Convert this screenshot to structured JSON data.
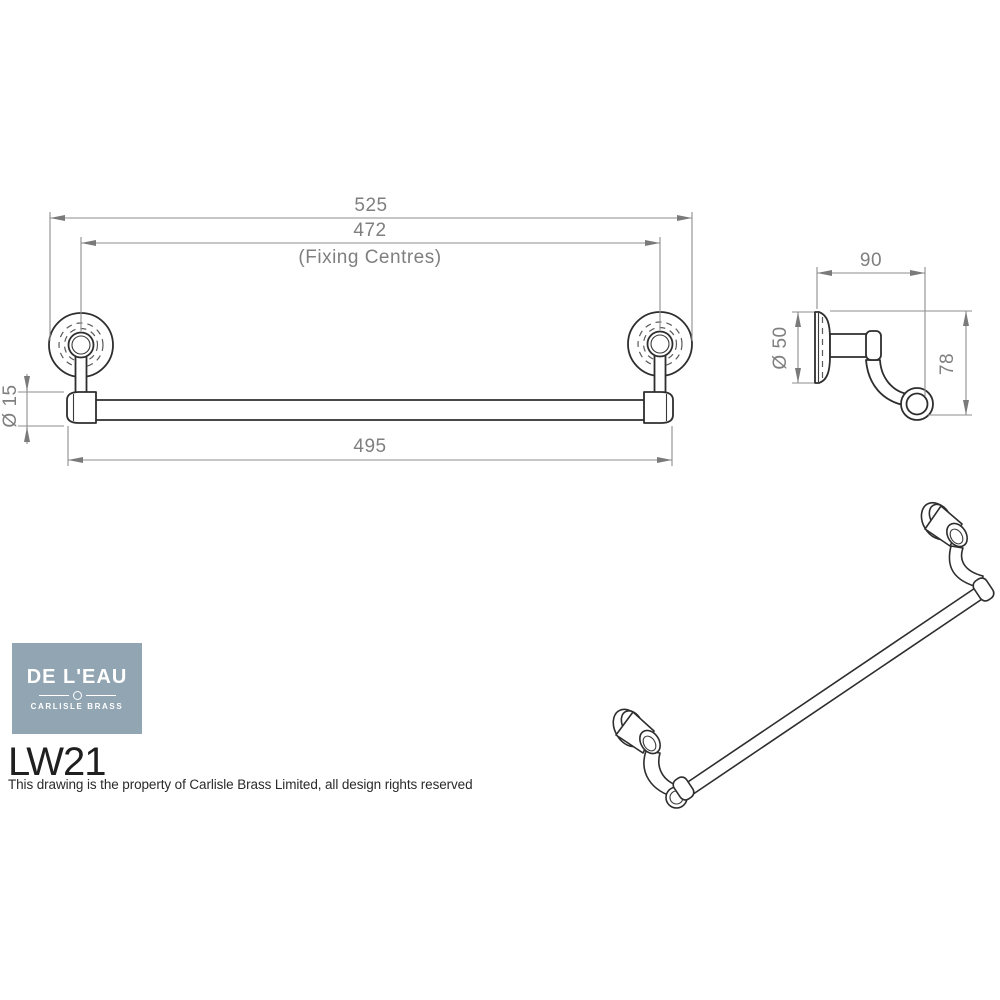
{
  "drawing": {
    "front_view": {
      "dim_overall": "525",
      "dim_fixing_centres": "472",
      "dim_fixing_note": "(Fixing Centres)",
      "dim_rail_length": "495",
      "dim_rail_diameter": "Ø 15"
    },
    "side_view": {
      "dim_projection": "90",
      "dim_flange_diameter": "Ø 50",
      "dim_drop_height": "78"
    },
    "line_color": "#2e2e2e",
    "dim_color": "#8e8e8e",
    "dim_text_color": "#7f7f7f"
  },
  "logo": {
    "brand": "DE L'EAU",
    "sub_brand": "CARLISLE BRASS",
    "bg_color": "#92a5b3"
  },
  "product_code": "LW21",
  "disclaimer": "This drawing is the property of Carlisle Brass Limited, all design rights reserved"
}
